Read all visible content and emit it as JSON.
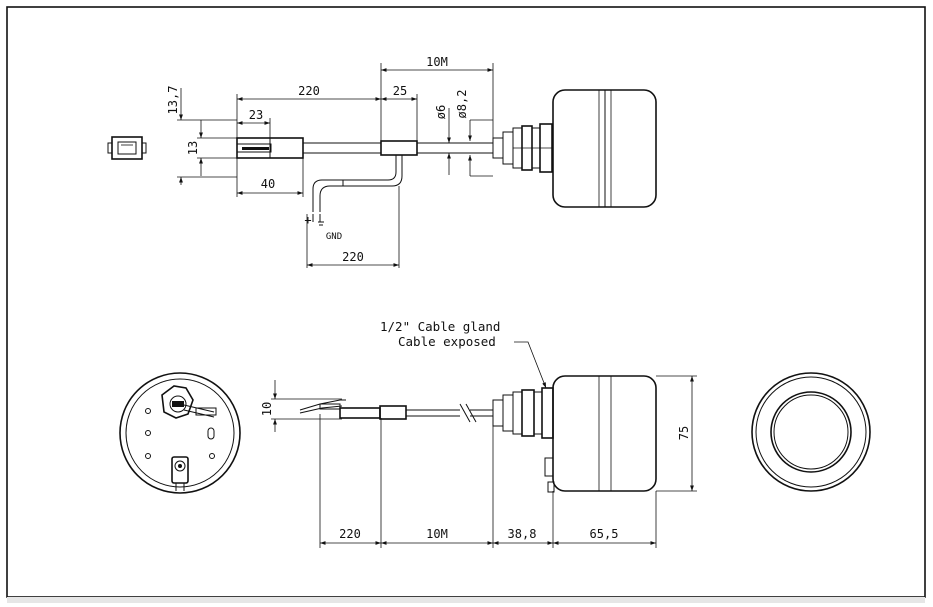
{
  "top_view": {
    "dims": {
      "cable_length": "10M",
      "connector_length": "220",
      "sleeve_length": "25",
      "plug_length": "23",
      "phi_small": "ø6",
      "phi_large": "ø8,2",
      "height_total": "13,7",
      "height_plug": "13",
      "plug_body": "40",
      "lead_length": "220"
    },
    "labels": {
      "plus": "+",
      "gnd": "GND"
    }
  },
  "bottom_view": {
    "callout_line1": "1/2\" Cable gland",
    "callout_line2": "Cable exposed",
    "dims": {
      "lead_height": "10",
      "diameter": "75",
      "seg_lead": "220",
      "seg_cable": "10M",
      "seg_gland": "38,8",
      "seg_body": "65,5"
    }
  }
}
